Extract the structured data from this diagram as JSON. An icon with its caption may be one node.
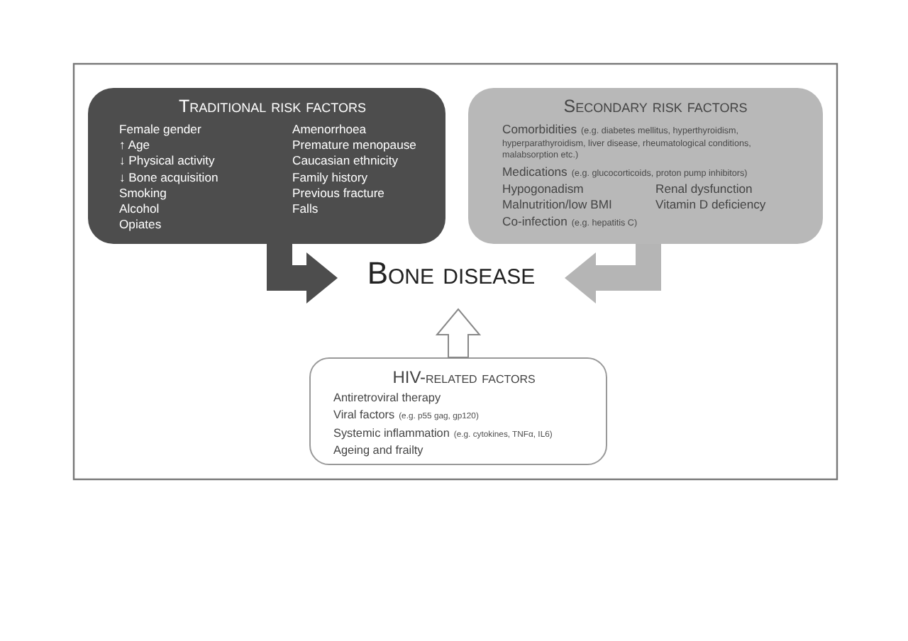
{
  "diagram": {
    "nodes": [
      {
        "text": [
          "Traditional risk factors",
          "Female gender",
          "↑ Age",
          "↓ Physical activity",
          "↓ Bone acquisition",
          "Smoking",
          "Alcohol",
          "Opiates",
          "Amenorrhoea",
          "Premature menopause",
          "Caucasian ethnicity",
          "Family history",
          "Previous fracture",
          "Falls"
        ]
      },
      {
        "text": [
          "Secondary risk factors",
          "Comorbidities",
          "(e.g. diabetes mellitus, hyperthyroidism, hyperparathyroidism, liver disease, rheumatological conditions, malabsorption etc.)",
          "Medications",
          "(e.g. glucocorticoids, proton pump inhibitors)",
          "Hypogonadism",
          "Renal dysfunction",
          "Malnutrition/low BMI",
          "Vitamin D deficiency",
          "Co-infection",
          "(e.g. hepatitis C)"
        ]
      },
      {
        "text": [
          "Bone disease"
        ]
      },
      {
        "text": [
          "HIV-related factors",
          "Antiretroviral therapy",
          "Viral factors",
          "(e.g. p55 gag, gp120)",
          "Systemic inflammation",
          "(e.g. cytokines, TNFα, IL6)",
          "Ageing and frailty"
        ]
      }
    ],
    "edges": [
      {
        "from": 0,
        "to": 2,
        "arrow": "to",
        "color": "#4d4d4d"
      },
      {
        "from": 1,
        "to": 2,
        "arrow": "to",
        "color": "#b5b5b5"
      },
      {
        "from": 3,
        "to": 2,
        "arrow": "to",
        "color": "#ffffff"
      }
    ]
  }
}
